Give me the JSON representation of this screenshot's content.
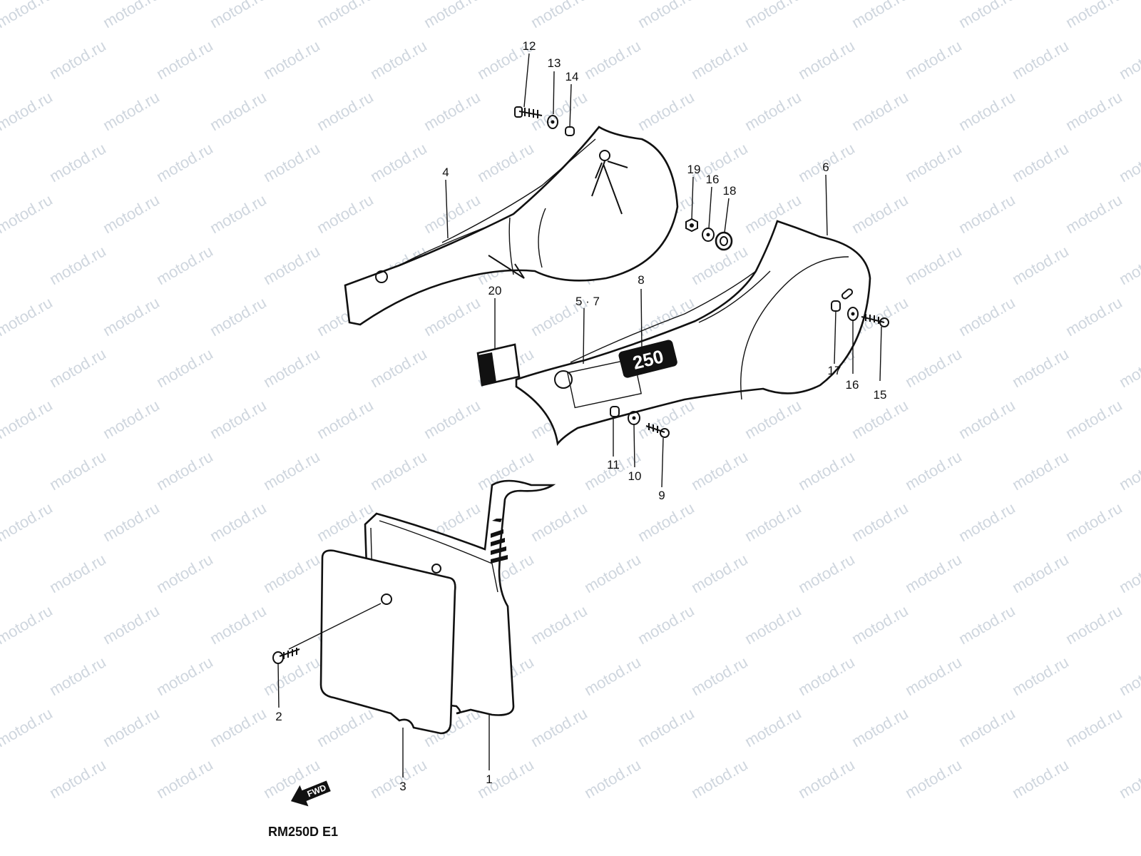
{
  "watermark": "motod.ru",
  "caption": "RM250D E1",
  "fwd_label": "FWD",
  "badge": "250",
  "callouts": [
    {
      "id": "c12",
      "text": "12"
    },
    {
      "id": "c13",
      "text": "13"
    },
    {
      "id": "c14",
      "text": "14"
    },
    {
      "id": "c4",
      "text": "4"
    },
    {
      "id": "c19",
      "text": "19"
    },
    {
      "id": "c16a",
      "text": "16"
    },
    {
      "id": "c18",
      "text": "18"
    },
    {
      "id": "c6",
      "text": "6"
    },
    {
      "id": "c20",
      "text": "20"
    },
    {
      "id": "c57",
      "text": "5 · 7"
    },
    {
      "id": "c8",
      "text": "8"
    },
    {
      "id": "c17",
      "text": "17"
    },
    {
      "id": "c16b",
      "text": "16"
    },
    {
      "id": "c15",
      "text": "15"
    },
    {
      "id": "c11",
      "text": "11"
    },
    {
      "id": "c10",
      "text": "10"
    },
    {
      "id": "c9",
      "text": "9"
    },
    {
      "id": "c2",
      "text": "2"
    },
    {
      "id": "c3",
      "text": "3"
    },
    {
      "id": "c1",
      "text": "1"
    }
  ]
}
